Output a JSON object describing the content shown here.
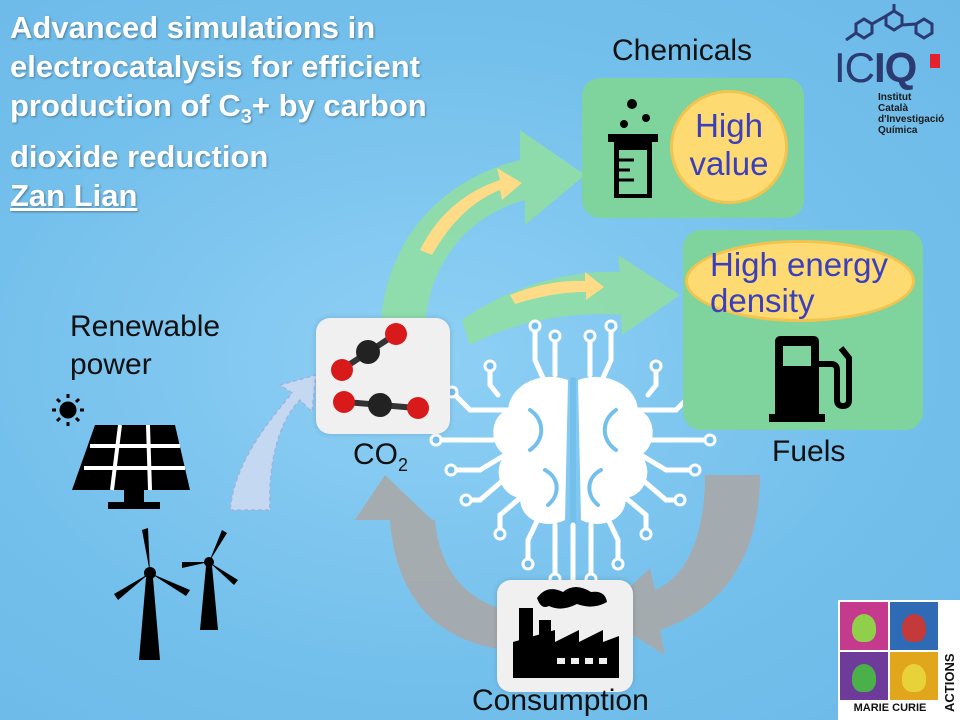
{
  "title": {
    "line1": "Advanced simulations in",
    "line2": "electrocatalysis for efficient",
    "line3_pre": "production of C",
    "line3_sub": "3",
    "line3_post": "+ by carbon",
    "line4": "dioxide reduction",
    "author": "Zan Lian"
  },
  "labels": {
    "chemicals": "Chemicals",
    "fuels": "Fuels",
    "co2_main": "CO",
    "co2_sub": "2",
    "consumption": "Consumption",
    "renewable_line1": "Renewable",
    "renewable_line2": "power"
  },
  "ovals": {
    "high_value_line1": "High",
    "high_value_line2": "value",
    "high_energy_line1": "High energy",
    "high_energy_line2": "density"
  },
  "logo": {
    "iciq_text_light": "IC",
    "iciq_text_bold": "IQ",
    "iciq_line1": "Institut",
    "iciq_line2": "Català",
    "iciq_line3": "d'Investigació",
    "iciq_line4": "Química",
    "mc_word1": "MARIE CURIE",
    "mc_word2": "ACTIONS"
  },
  "colors": {
    "background": "#79c4ef",
    "green_card": "#7ed49c",
    "oval_fill": "#fddb72",
    "oval_text": "#3b3fbd",
    "arrow_green": "#8fdca8",
    "arrow_grey": "#a9a9a9",
    "accent_red": "#e3222b",
    "logo_navy": "#2b3a70"
  },
  "icons": [
    "beaker-icon",
    "fuel-pump-icon",
    "co2-molecule-icon",
    "brain-circuit-icon",
    "factory-icon",
    "sun-icon",
    "solar-panel-icon",
    "wind-turbine-icon",
    "iciq-logo",
    "marie-curie-logo"
  ]
}
